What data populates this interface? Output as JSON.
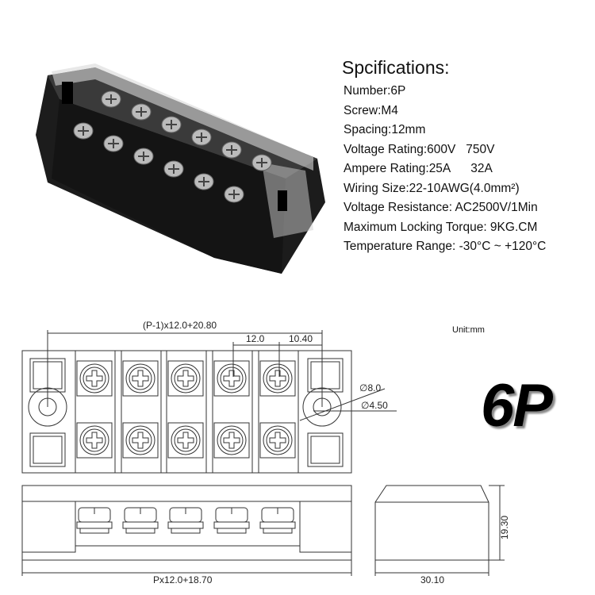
{
  "specifications": {
    "title": "Spcifications:",
    "items": [
      "Number:6P",
      "Screw:M4",
      "Spacing:12mm",
      "Voltage Rating:600V   750V",
      "Ampere Rating:25A      32A",
      "Wiring Size:22-10AWG(4.0mm²)",
      "Voltage Resistance: AC2500V/1Min",
      "Maximum Locking Torque: 9KG.CM",
      "Temperature Range: -30°C ~ +120°C"
    ]
  },
  "drawing": {
    "unit": "Unit:mm",
    "model": "6P",
    "dim_mounting_span": "(P-1)x12.0+20.80",
    "dim_pitch": "12.0",
    "dim_end_offset": "10.40",
    "dim_outer_diameter": "∅8.0",
    "dim_hole_diameter": "∅4.50",
    "dim_length": "Px12.0+18.70",
    "dim_height": "19.30",
    "dim_width": "30.10"
  }
}
